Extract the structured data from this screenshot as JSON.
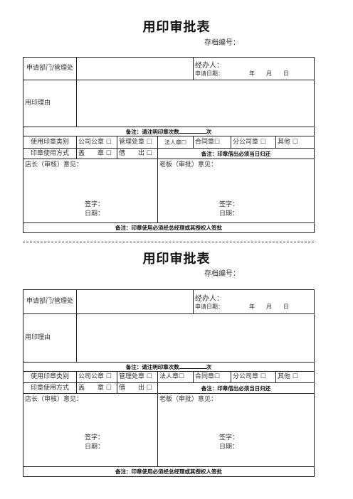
{
  "form": {
    "title": "用印审批表",
    "archive_no": "存档编号：",
    "dept_label": "申请部门/管理处",
    "handler_label": "经办人：",
    "handler_date_row": "申请日期：",
    "date_year": "年",
    "date_month": "月",
    "date_day": "日",
    "reason_label": "用印理由",
    "note_times": "备注：请注明印章次数",
    "note_times_suffix": "次",
    "seal_type_label": "使用印章类别",
    "seal_types": [
      "公司公章 ☐",
      "管理处章 ☐",
      "法人章☐",
      "合同章☐",
      "分公司章 ☐",
      "其他 ☐"
    ],
    "usage_label": "印章使用方式",
    "usage_stamp": "盖　　章 ☐",
    "usage_borrow": "借　　出 ☐",
    "note_return": "备注：印章借出必须当日归还",
    "manager_opinion": "店长（审核）意见：",
    "boss_opinion": "老板（审批）意见：",
    "sign_label": "签字：",
    "date_label": "日期：",
    "note_authorize": "备注：印章使用必须经总经理或其授权人签批"
  }
}
